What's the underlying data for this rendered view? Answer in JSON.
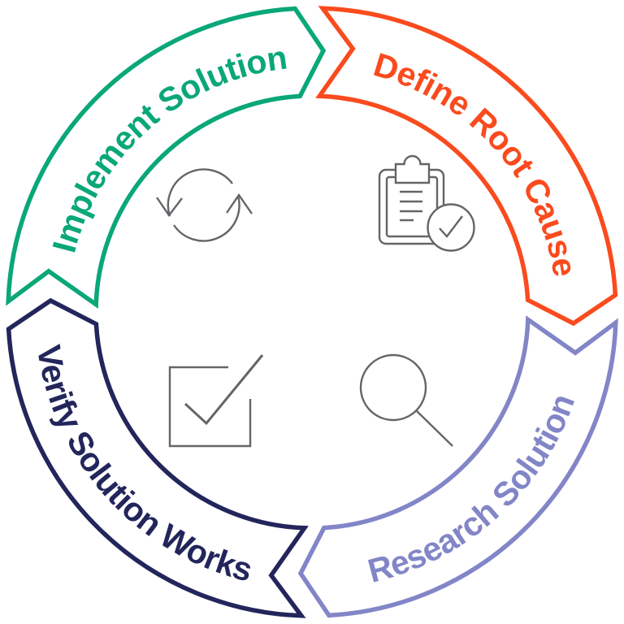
{
  "background": "#FFFFFF",
  "icon_color": "#636569",
  "segments": [
    {
      "id": "implement-solution",
      "label": "Implement Solution",
      "color": "#0AA778"
    },
    {
      "id": "define-root-cause",
      "label": "Define Root Cause",
      "color": "#FA4B1E"
    },
    {
      "id": "research-solution",
      "label": "Research Solution",
      "color": "#8286C7"
    },
    {
      "id": "verify-solution-works",
      "label": "Verify Solution Works",
      "color": "#23265B"
    }
  ],
  "icons": [
    {
      "name": "refresh-icon"
    },
    {
      "name": "clipboard-check-icon"
    },
    {
      "name": "checkbox-check-icon"
    },
    {
      "name": "search-icon"
    }
  ]
}
